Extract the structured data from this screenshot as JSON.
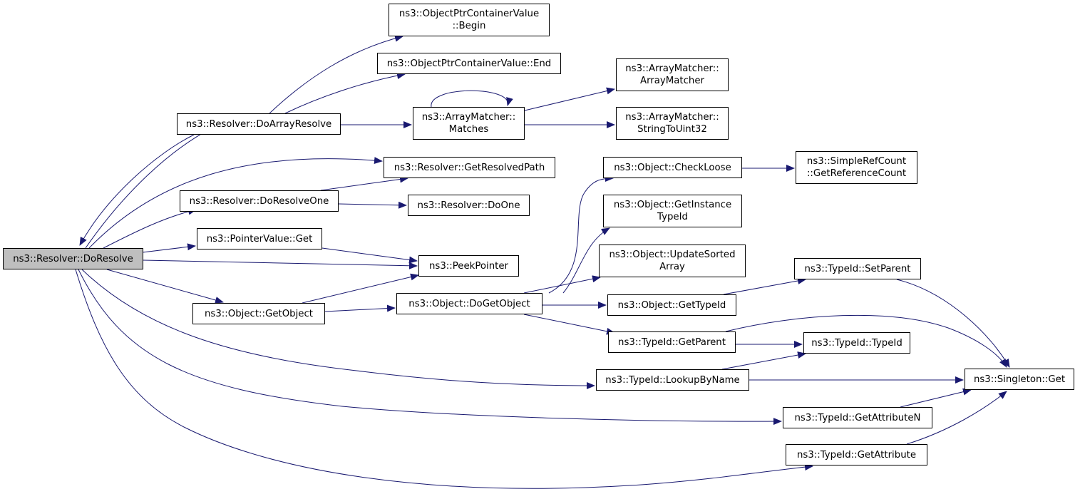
{
  "graph": {
    "edge_color": "#191970",
    "root_fill": "#bfbfbf",
    "nodes": [
      {
        "id": "doresolve",
        "lines": [
          "ns3::Resolver::DoResolve"
        ],
        "root": true
      },
      {
        "id": "doarrayresolve",
        "lines": [
          "ns3::Resolver::DoArrayResolve"
        ]
      },
      {
        "id": "getresolvedpath",
        "lines": [
          "ns3::Resolver::GetResolvedPath"
        ]
      },
      {
        "id": "doresolveone",
        "lines": [
          "ns3::Resolver::DoResolveOne"
        ]
      },
      {
        "id": "pointervalueget",
        "lines": [
          "ns3::PointerValue::Get"
        ]
      },
      {
        "id": "peekpointer",
        "lines": [
          "ns3::PeekPointer"
        ]
      },
      {
        "id": "objectgetobject",
        "lines": [
          "ns3::Object::GetObject"
        ]
      },
      {
        "id": "optrbegin",
        "lines": [
          "ns3::ObjectPtrContainerValue",
          "::Begin"
        ]
      },
      {
        "id": "optrend",
        "lines": [
          "ns3::ObjectPtrContainerValue::End"
        ]
      },
      {
        "id": "matches",
        "lines": [
          "ns3::ArrayMatcher::",
          "Matches"
        ]
      },
      {
        "id": "arraymatcher",
        "lines": [
          "ns3::ArrayMatcher::",
          "ArrayMatcher"
        ]
      },
      {
        "id": "stringtouint32",
        "lines": [
          "ns3::ArrayMatcher::",
          "StringToUint32"
        ]
      },
      {
        "id": "doone",
        "lines": [
          "ns3::Resolver::DoOne"
        ]
      },
      {
        "id": "dogetobject",
        "lines": [
          "ns3::Object::DoGetObject"
        ]
      },
      {
        "id": "checkloose",
        "lines": [
          "ns3::Object::CheckLoose"
        ]
      },
      {
        "id": "getinstancetypeid",
        "lines": [
          "ns3::Object::GetInstance",
          "TypeId"
        ]
      },
      {
        "id": "updatesortedarray",
        "lines": [
          "ns3::Object::UpdateSorted",
          "Array"
        ]
      },
      {
        "id": "gettypeid",
        "lines": [
          "ns3::Object::GetTypeId"
        ]
      },
      {
        "id": "getparent",
        "lines": [
          "ns3::TypeId::GetParent"
        ]
      },
      {
        "id": "getreferencecount",
        "lines": [
          "ns3::SimpleRefCount",
          "::GetReferenceCount"
        ]
      },
      {
        "id": "setparent",
        "lines": [
          "ns3::TypeId::SetParent"
        ]
      },
      {
        "id": "typeid",
        "lines": [
          "ns3::TypeId::TypeId"
        ]
      },
      {
        "id": "lookupbyname",
        "lines": [
          "ns3::TypeId::LookupByName"
        ]
      },
      {
        "id": "singletonget",
        "lines": [
          "ns3::Singleton::Get"
        ]
      },
      {
        "id": "getattributen",
        "lines": [
          "ns3::TypeId::GetAttributeN"
        ]
      },
      {
        "id": "getattribute",
        "lines": [
          "ns3::TypeId::GetAttribute"
        ]
      }
    ],
    "edges": [
      {
        "from": "doresolve",
        "to": "doarrayresolve"
      },
      {
        "from": "doarrayresolve",
        "to": "doresolve"
      },
      {
        "from": "doresolve",
        "to": "getresolvedpath"
      },
      {
        "from": "doresolve",
        "to": "doresolveone"
      },
      {
        "from": "doresolve",
        "to": "pointervalueget"
      },
      {
        "from": "doresolve",
        "to": "peekpointer"
      },
      {
        "from": "doresolve",
        "to": "objectgetobject"
      },
      {
        "from": "doresolve",
        "to": "lookupbyname"
      },
      {
        "from": "doresolve",
        "to": "getattributen"
      },
      {
        "from": "doresolve",
        "to": "getattribute"
      },
      {
        "from": "doarrayresolve",
        "to": "optrbegin"
      },
      {
        "from": "doarrayresolve",
        "to": "optrend"
      },
      {
        "from": "doarrayresolve",
        "to": "matches"
      },
      {
        "from": "matches",
        "to": "matches"
      },
      {
        "from": "matches",
        "to": "arraymatcher"
      },
      {
        "from": "matches",
        "to": "stringtouint32"
      },
      {
        "from": "doresolveone",
        "to": "getresolvedpath"
      },
      {
        "from": "doresolveone",
        "to": "doone"
      },
      {
        "from": "pointervalueget",
        "to": "peekpointer"
      },
      {
        "from": "objectgetobject",
        "to": "peekpointer"
      },
      {
        "from": "objectgetobject",
        "to": "dogetobject"
      },
      {
        "from": "dogetobject",
        "to": "checkloose"
      },
      {
        "from": "dogetobject",
        "to": "getinstancetypeid"
      },
      {
        "from": "dogetobject",
        "to": "updatesortedarray"
      },
      {
        "from": "dogetobject",
        "to": "gettypeid"
      },
      {
        "from": "dogetobject",
        "to": "getparent"
      },
      {
        "from": "checkloose",
        "to": "getreferencecount"
      },
      {
        "from": "gettypeid",
        "to": "setparent"
      },
      {
        "from": "setparent",
        "to": "singletonget"
      },
      {
        "from": "getparent",
        "to": "typeid"
      },
      {
        "from": "getparent",
        "to": "singletonget"
      },
      {
        "from": "lookupbyname",
        "to": "typeid"
      },
      {
        "from": "lookupbyname",
        "to": "singletonget"
      },
      {
        "from": "getattributen",
        "to": "singletonget"
      },
      {
        "from": "getattribute",
        "to": "singletonget"
      }
    ]
  }
}
